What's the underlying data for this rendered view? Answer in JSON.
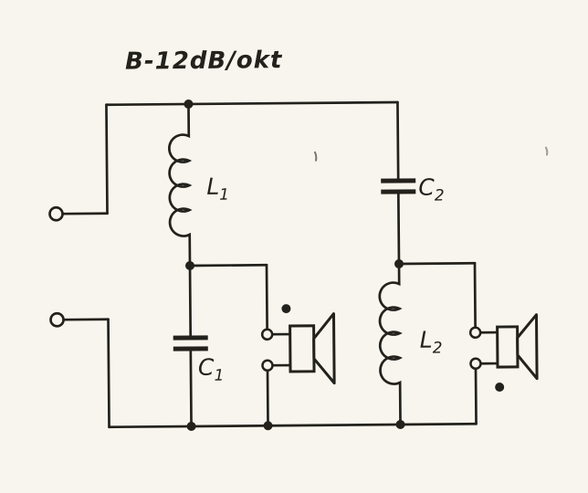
{
  "title": "B-12dB/okt",
  "components": {
    "l1": {
      "base": "L",
      "sub": "1",
      "type": "inductor"
    },
    "c1": {
      "base": "C",
      "sub": "1",
      "type": "capacitor"
    },
    "c2": {
      "base": "C",
      "sub": "2",
      "type": "capacitor"
    },
    "l2": {
      "base": "L",
      "sub": "2",
      "type": "inductor"
    }
  },
  "symbols": [
    "input-terminal",
    "junction-dot",
    "speaker",
    "polarity-dot",
    "wire"
  ],
  "colors": {
    "ink": "#23211c",
    "paper": "#f7f5ee"
  }
}
